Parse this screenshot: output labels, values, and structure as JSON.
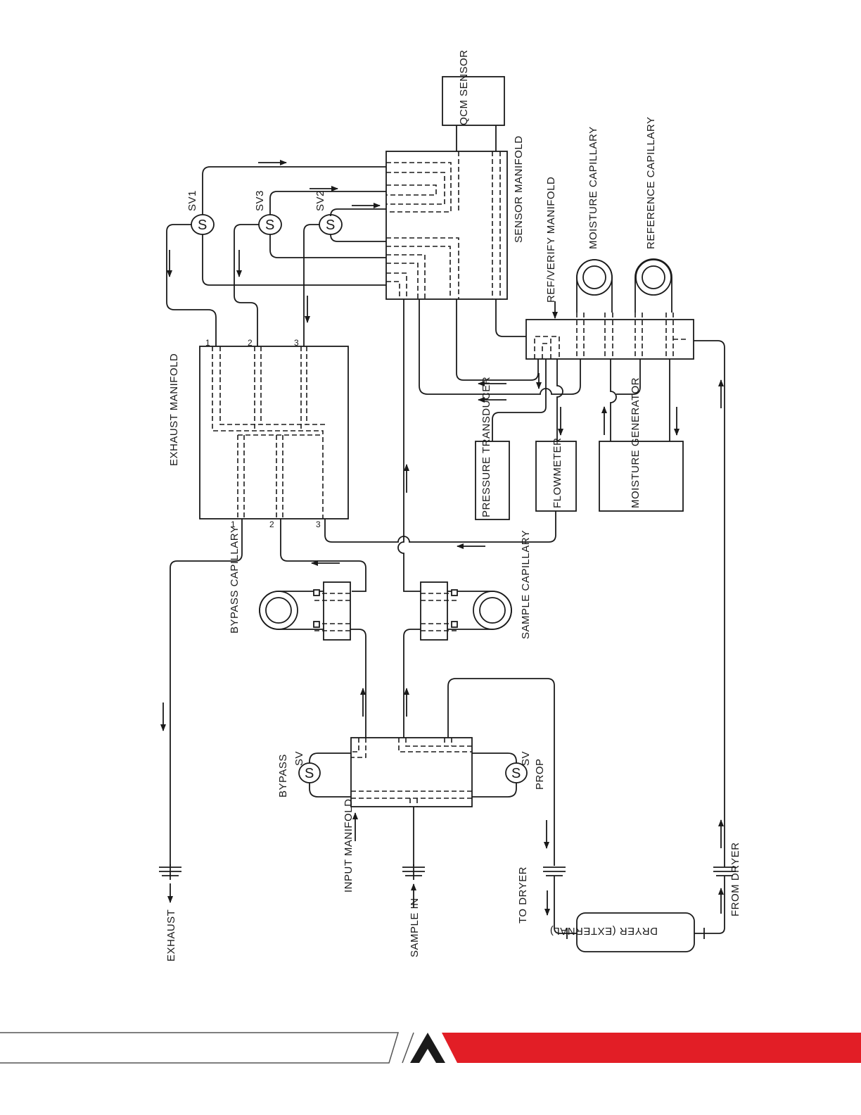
{
  "labels": {
    "qcm": "QCM SENSOR",
    "sensor_manifold": "SENSOR MANIFOLD",
    "exhaust_manifold": "EXHAUST MANIFOLD",
    "ref_verify_manifold": "REF/VERIFY MANIFOLD",
    "moisture_capillary": "MOISTURE CAPILLARY",
    "reference_capillary": "REFERENCE CAPILLARY",
    "pressure_transducer": "PRESSURE TRANSDUCER",
    "flowmeter": "FLOWMETER",
    "moisture_generator": "MOISTURE GENERATOR",
    "bypass_capillary": "BYPASS CAPILLARY",
    "sample_capillary": "SAMPLE CAPILLARY",
    "input_manifold": "INPUT MANIFOLD",
    "bypass_sv": "BYPASS",
    "prop_sv": "PROP",
    "sv": "SV",
    "sv1": "SV1",
    "sv2": "SV2",
    "sv3": "SV3",
    "s": "S",
    "exhaust": "EXHAUST",
    "sample_in": "SAMPLE IN",
    "to_dryer": "TO DRYER",
    "from_dryer": "FROM DRYER",
    "dryer": "DRYER (EXTERNAL)",
    "port1": "1",
    "port2": "2",
    "port3": "3"
  },
  "footer": {
    "accent_color": "#e21e26",
    "line_color": "#555555"
  }
}
